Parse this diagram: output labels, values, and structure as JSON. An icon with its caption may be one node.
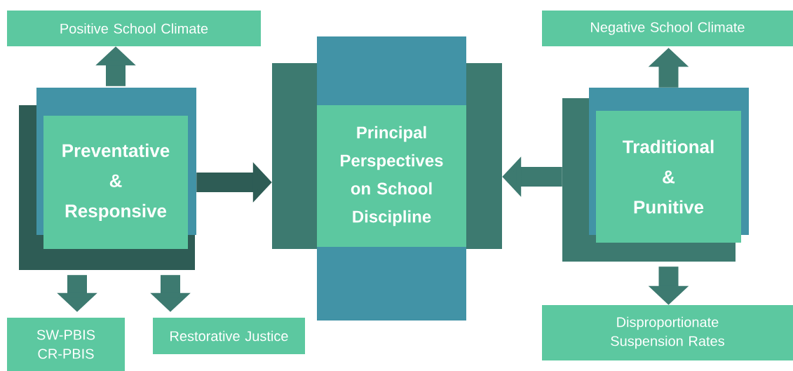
{
  "diagram": {
    "nodes": [
      {
        "text": [
          "Positive School Climate"
        ]
      },
      {
        "text": [
          "Preventative & Responsive"
        ]
      },
      {
        "text": [
          "Principal Perspectives on School Discipline"
        ]
      },
      {
        "text": [
          "Negative School Climate"
        ]
      },
      {
        "text": [
          "Traditional & Punitive"
        ]
      },
      {
        "text": [
          "SW-PBIS CR-PBIS"
        ]
      },
      {
        "text": [
          "Restorative Justice"
        ]
      },
      {
        "text": [
          "Disproportionate Suspension Rates"
        ]
      }
    ],
    "edges": [
      {
        "from": 1,
        "to": 0,
        "arrow": "to"
      },
      {
        "from": 1,
        "to": 2,
        "arrow": "to",
        "color": "#2e5c55"
      },
      {
        "from": 1,
        "to": 5,
        "arrow": "to"
      },
      {
        "from": 1,
        "to": 6,
        "arrow": "to"
      },
      {
        "from": 4,
        "to": 3,
        "arrow": "to"
      },
      {
        "from": 4,
        "to": 2,
        "arrow": "to"
      },
      {
        "from": 4,
        "to": 7,
        "arrow": "to"
      }
    ]
  }
}
